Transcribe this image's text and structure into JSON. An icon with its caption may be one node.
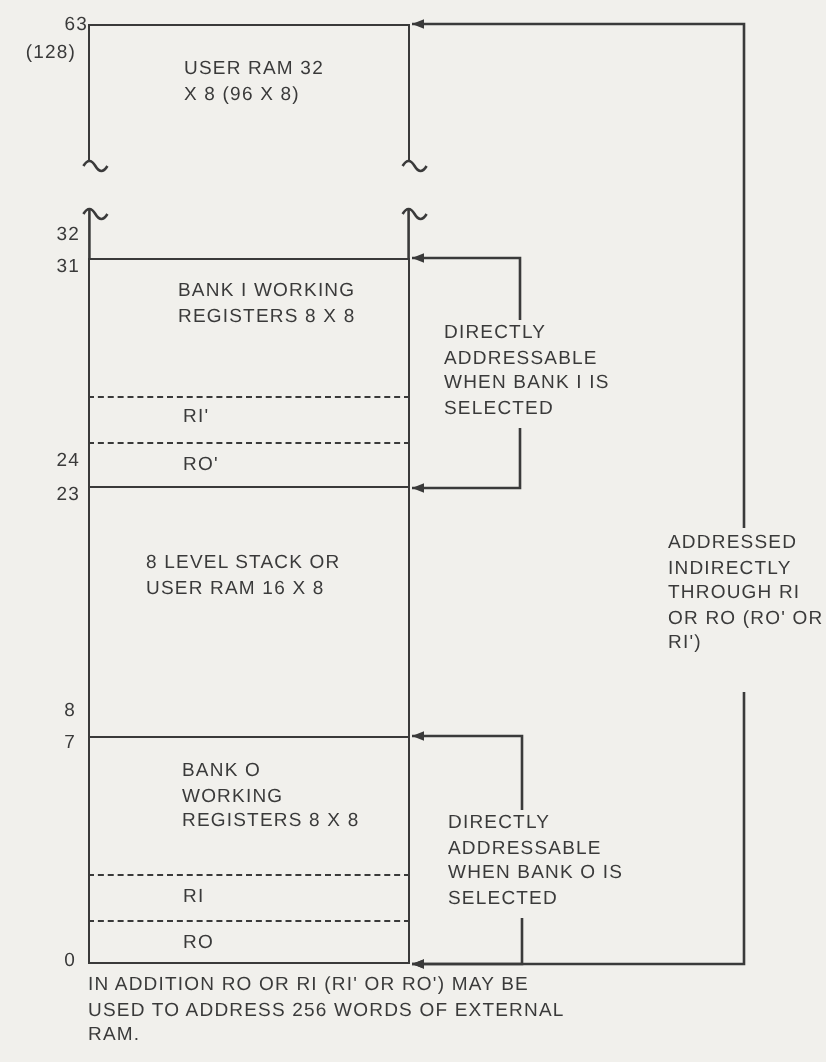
{
  "diagram": {
    "nodes": [
      {
        "text": [
          "USER RAM 32 X 8 (96 X 8)"
        ]
      },
      {
        "text": [
          "BANK I WORKING REGISTERS 8 X 8"
        ]
      },
      {
        "text": [
          "RI'"
        ],
        "in": 1
      },
      {
        "text": [
          "RO'"
        ],
        "in": 1
      },
      {
        "text": [
          "8 LEVEL STACK OR USER RAM 16 X 8"
        ]
      },
      {
        "text": [
          "BANK O WORKING REGISTERS 8 X 8"
        ]
      },
      {
        "text": [
          "RI"
        ],
        "in": 5
      },
      {
        "text": [
          "RO"
        ],
        "in": 5
      },
      {
        "text": [
          "DIRECTLY ADDRESSABLE WHEN BANK I IS SELECTED"
        ]
      },
      {
        "text": [
          "DIRECTLY ADDRESSABLE WHEN BANK O IS SELECTED"
        ]
      },
      {
        "text": [
          "ADDRESSED INDIRECTLY THROUGH RI OR RO (RO' OR RI')"
        ]
      }
    ],
    "edges": [
      {
        "from": 8,
        "to": 1,
        "arrow": "to"
      },
      {
        "from": 8,
        "to": 1,
        "arrow": "to"
      },
      {
        "from": 9,
        "to": 5,
        "arrow": "to"
      },
      {
        "from": 9,
        "to": 5,
        "arrow": "to"
      },
      {
        "from": 10,
        "to": 0,
        "arrow": "to"
      },
      {
        "from": 10,
        "to": 7,
        "arrow": "to"
      }
    ],
    "labels": [
      "63",
      "(128)",
      "32",
      "31",
      "24",
      "23",
      "8",
      "7",
      "0",
      "IN ADDITION RO OR RI (RI' OR RO') MAY BE USED TO ADDRESS 256 WORDS OF EXTERNAL RAM."
    ]
  }
}
